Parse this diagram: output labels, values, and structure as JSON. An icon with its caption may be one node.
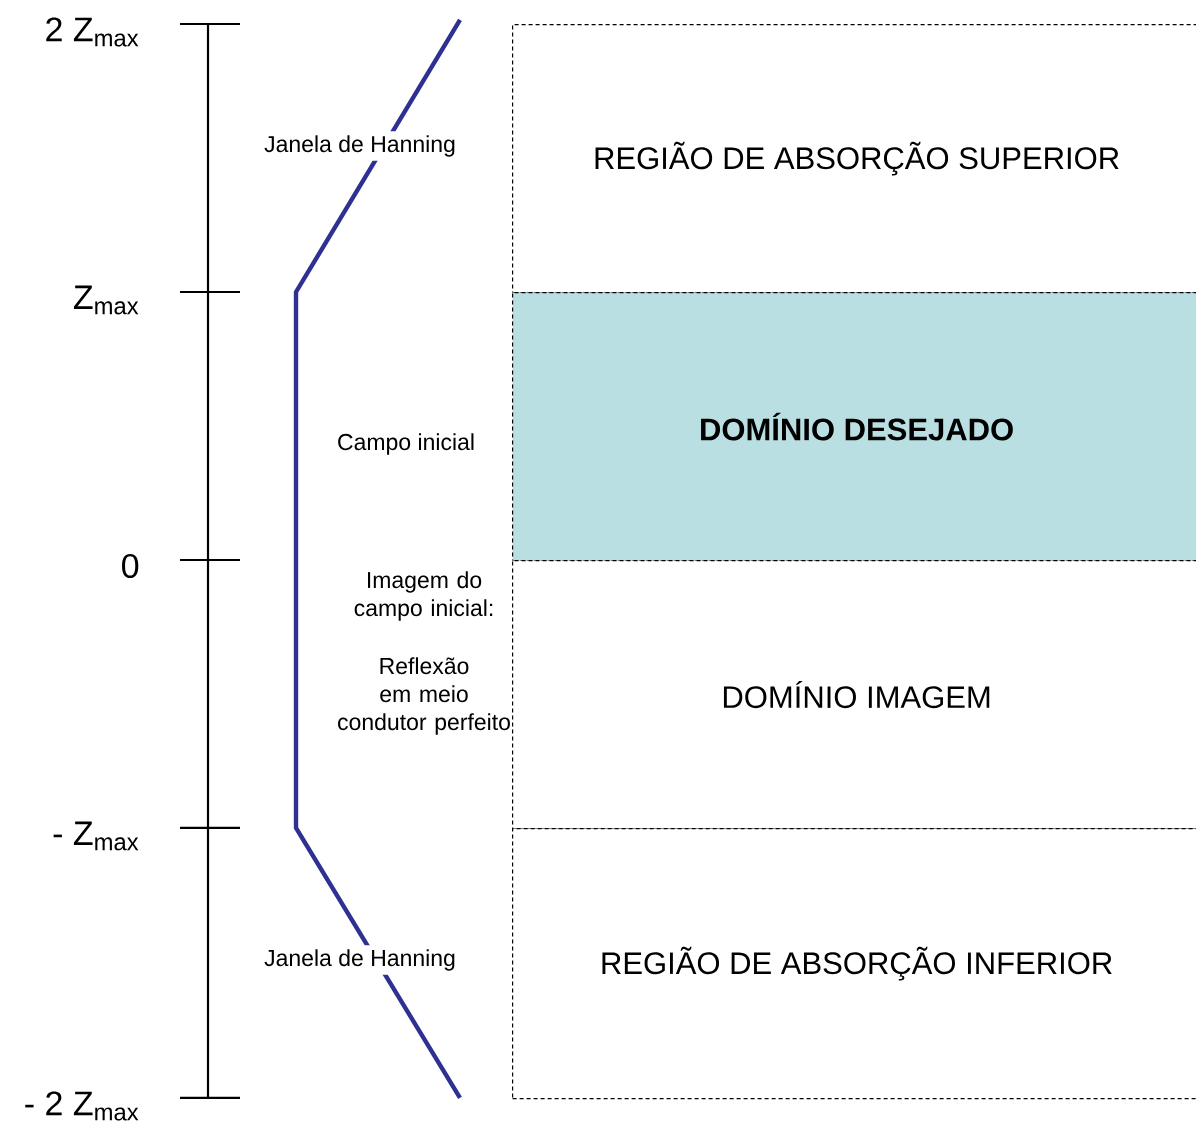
{
  "diagram": {
    "nodes": [
      {
        "text": [
          "REGIÃO DE ABSORÇÃO SUPERIOR"
        ]
      },
      {
        "text": [
          "**DOMÍNIO DESEJADO**"
        ]
      },
      {
        "text": [
          "DOMÍNIO IMAGEM"
        ]
      },
      {
        "text": [
          "REGIÃO DE ABSORÇÃO INFERIOR"
        ]
      }
    ],
    "labels": [
      "2 Z$_{max}$",
      "Janela de Hanning",
      "Z$_{max}$",
      "Campo inicial",
      "0",
      "Imagem do campo inicial:",
      "Reflexão em meio condutor perfeito",
      "- Z$_{max}$",
      "Janela de Hanning",
      "- 2 Z$_{max}$"
    ]
  }
}
